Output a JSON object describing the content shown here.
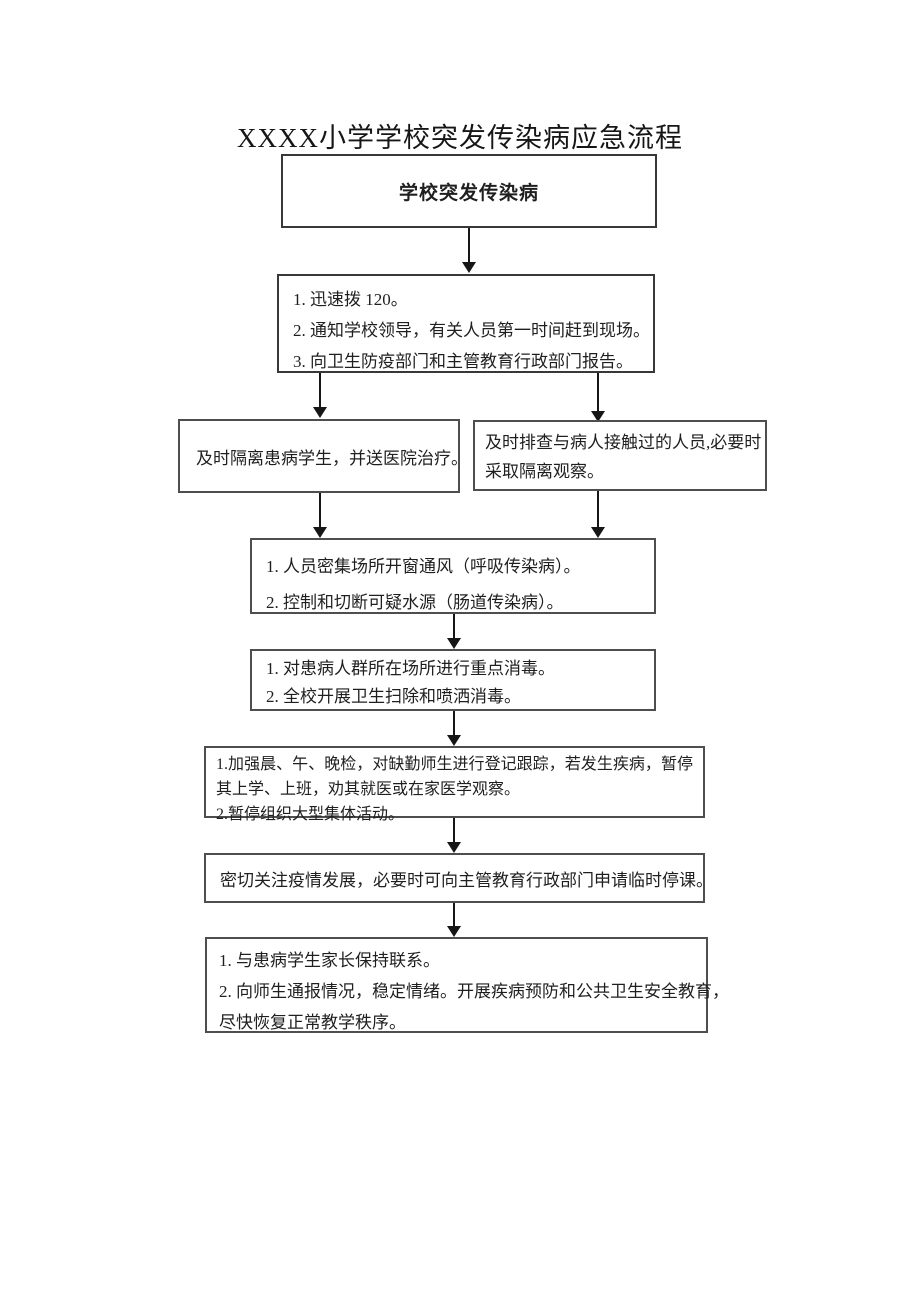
{
  "page": {
    "title": "XXXX小学学校突发传染病应急流程",
    "background_color": "#ffffff",
    "line_color": "#161616",
    "border_color": "#4e4e4e"
  },
  "flowchart": {
    "nodes": [
      {
        "name": "start",
        "lines": [
          "学校突发传染病"
        ]
      },
      {
        "name": "initial-response",
        "lines": [
          "1. 迅速拨 120。",
          "2. 通知学校领导，有关人员第一时间赶到现场。",
          "3. 向卫生防疫部门和主管教育行政部门报告。"
        ]
      },
      {
        "name": "isolate-sick-students",
        "lines": [
          "及时隔离患病学生，并送医院治疗。"
        ]
      },
      {
        "name": "screen-contacts",
        "lines": [
          "及时排查与病人接触过的人员,必要时",
          "采取隔离观察。"
        ]
      },
      {
        "name": "ventilation-and-water",
        "lines": [
          "1. 人员密集场所开窗通风（呼吸传染病）。",
          "2. 控制和切断可疑水源（肠道传染病）。"
        ]
      },
      {
        "name": "disinfection",
        "lines": [
          "1. 对患病人群所在场所进行重点消毒。",
          "2. 全校开展卫生扫除和喷洒消毒。"
        ]
      },
      {
        "name": "attendance-checks",
        "lines": [
          "1.加强晨、午、晚检，对缺勤师生进行登记跟踪，若发生疾病，暂停",
          "其上学、上班，劝其就医或在家医学观察。",
          "2.暂停组织大型集体活动。"
        ]
      },
      {
        "name": "monitor-epidemic",
        "lines": [
          "密切关注疫情发展，必要时可向主管教育行政部门申请临时停课。"
        ]
      },
      {
        "name": "communication-recovery",
        "lines": [
          "1. 与患病学生家长保持联系。",
          "2. 向师生通报情况，稳定情绪。开展疾病预防和公共卫生安全教育，",
          "尽快恢复正常教学秩序。"
        ]
      }
    ]
  }
}
